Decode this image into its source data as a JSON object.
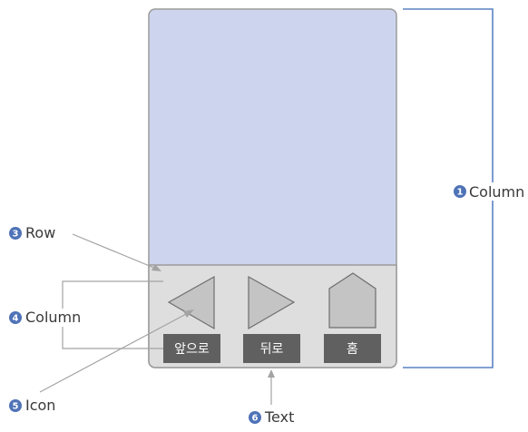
{
  "colors": {
    "screen_fill": "#cdd5ee",
    "navbar_fill": "#dedede",
    "frame_stroke": "#9b9b9b",
    "icon_fill": "#c4c4c4",
    "icon_stroke": "#6e6e6e",
    "label_button_fill": "#606060",
    "bracket_blue": "#5b82c4",
    "badge_blue": "#4f73b7",
    "leader_gray": "#a3a3a3"
  },
  "nav_buttons": [
    {
      "icon": "triangle-left-icon",
      "label": "앞으로"
    },
    {
      "icon": "triangle-right-icon",
      "label": "뒤로"
    },
    {
      "icon": "house-icon",
      "label": "홈"
    }
  ],
  "annotations": [
    {
      "number": "1",
      "text": "Column"
    },
    {
      "number": "3",
      "text": "Row"
    },
    {
      "number": "4",
      "text": "Column"
    },
    {
      "number": "5",
      "text": "Icon"
    },
    {
      "number": "6",
      "text": "Text"
    }
  ]
}
